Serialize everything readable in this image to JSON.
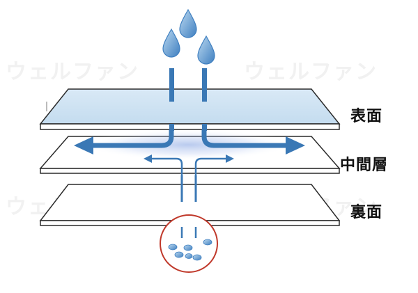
{
  "layers": {
    "top_label": "表面",
    "middle_label": "中間層",
    "bottom_label": "裏面"
  },
  "watermark": {
    "text": "ウェルファン"
  },
  "colors": {
    "flow_blue": "#3a78b5",
    "top_sheet_fill": "#cfe3f2",
    "sheet_stroke": "#2b2b2b",
    "highlight_circle": "#c0392b",
    "label_text": "#111111"
  }
}
